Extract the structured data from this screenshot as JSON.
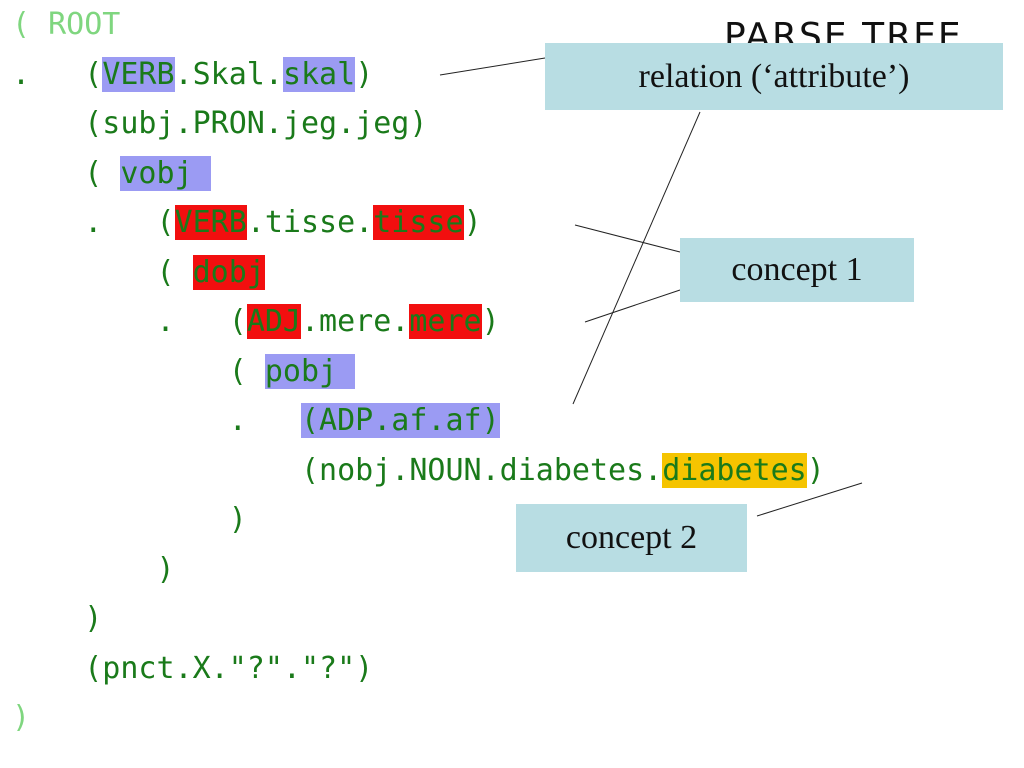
{
  "title": "PARSE TREE",
  "code_lines": [
    {
      "indent": 0,
      "segments": [
        {
          "t": "( ROOT",
          "c": "light"
        }
      ]
    },
    {
      "indent": 0,
      "segments": [
        {
          "t": ".   (",
          "c": ""
        },
        {
          "t": "VERB",
          "c": "blue"
        },
        {
          "t": ".Skal.",
          "c": ""
        },
        {
          "t": "skal",
          "c": "blue"
        },
        {
          "t": ")",
          "c": ""
        }
      ]
    },
    {
      "indent": 0,
      "segments": [
        {
          "t": "    (subj.PRON.jeg.jeg)",
          "c": ""
        }
      ]
    },
    {
      "indent": 0,
      "segments": [
        {
          "t": "    ( ",
          "c": ""
        },
        {
          "t": "vobj ",
          "c": "blue"
        }
      ]
    },
    {
      "indent": 0,
      "segments": [
        {
          "t": "    .   (",
          "c": ""
        },
        {
          "t": "VERB",
          "c": "red"
        },
        {
          "t": ".tisse.",
          "c": ""
        },
        {
          "t": "tisse",
          "c": "red"
        },
        {
          "t": ")",
          "c": ""
        }
      ]
    },
    {
      "indent": 0,
      "segments": [
        {
          "t": "        ( ",
          "c": ""
        },
        {
          "t": "dobj",
          "c": "red"
        }
      ]
    },
    {
      "indent": 0,
      "segments": [
        {
          "t": "        .   (",
          "c": ""
        },
        {
          "t": "ADJ",
          "c": "red"
        },
        {
          "t": ".mere.",
          "c": ""
        },
        {
          "t": "mere",
          "c": "red"
        },
        {
          "t": ")",
          "c": ""
        }
      ]
    },
    {
      "indent": 0,
      "segments": [
        {
          "t": "            ( ",
          "c": ""
        },
        {
          "t": "pobj ",
          "c": "blue"
        }
      ]
    },
    {
      "indent": 0,
      "segments": [
        {
          "t": "            .   ",
          "c": ""
        },
        {
          "t": "(ADP.af.af)",
          "c": "blue"
        }
      ]
    },
    {
      "indent": 0,
      "segments": [
        {
          "t": "                (nobj.NOUN.diabetes.",
          "c": ""
        },
        {
          "t": "diabetes",
          "c": "yellow"
        },
        {
          "t": ")",
          "c": ""
        }
      ]
    },
    {
      "indent": 0,
      "segments": [
        {
          "t": "            )",
          "c": ""
        }
      ]
    },
    {
      "indent": 0,
      "segments": [
        {
          "t": "        )",
          "c": ""
        }
      ]
    },
    {
      "indent": 0,
      "segments": [
        {
          "t": "    )",
          "c": ""
        }
      ]
    },
    {
      "indent": 0,
      "segments": [
        {
          "t": "    (pnct.X.\"?\".\"?\")",
          "c": ""
        }
      ]
    },
    {
      "indent": 0,
      "segments": [
        {
          "t": ")",
          "c": "light"
        }
      ]
    }
  ],
  "callouts": {
    "relation": "relation (‘attribute’)",
    "concept1": "concept 1",
    "concept2": "concept 2"
  },
  "colors": {
    "code_text": "#1a7a1a",
    "highlight_blue": "#9b9bf3",
    "highlight_red": "#f20f0f",
    "highlight_yellow": "#f5c400",
    "callout_bg": "#b8dde3"
  }
}
